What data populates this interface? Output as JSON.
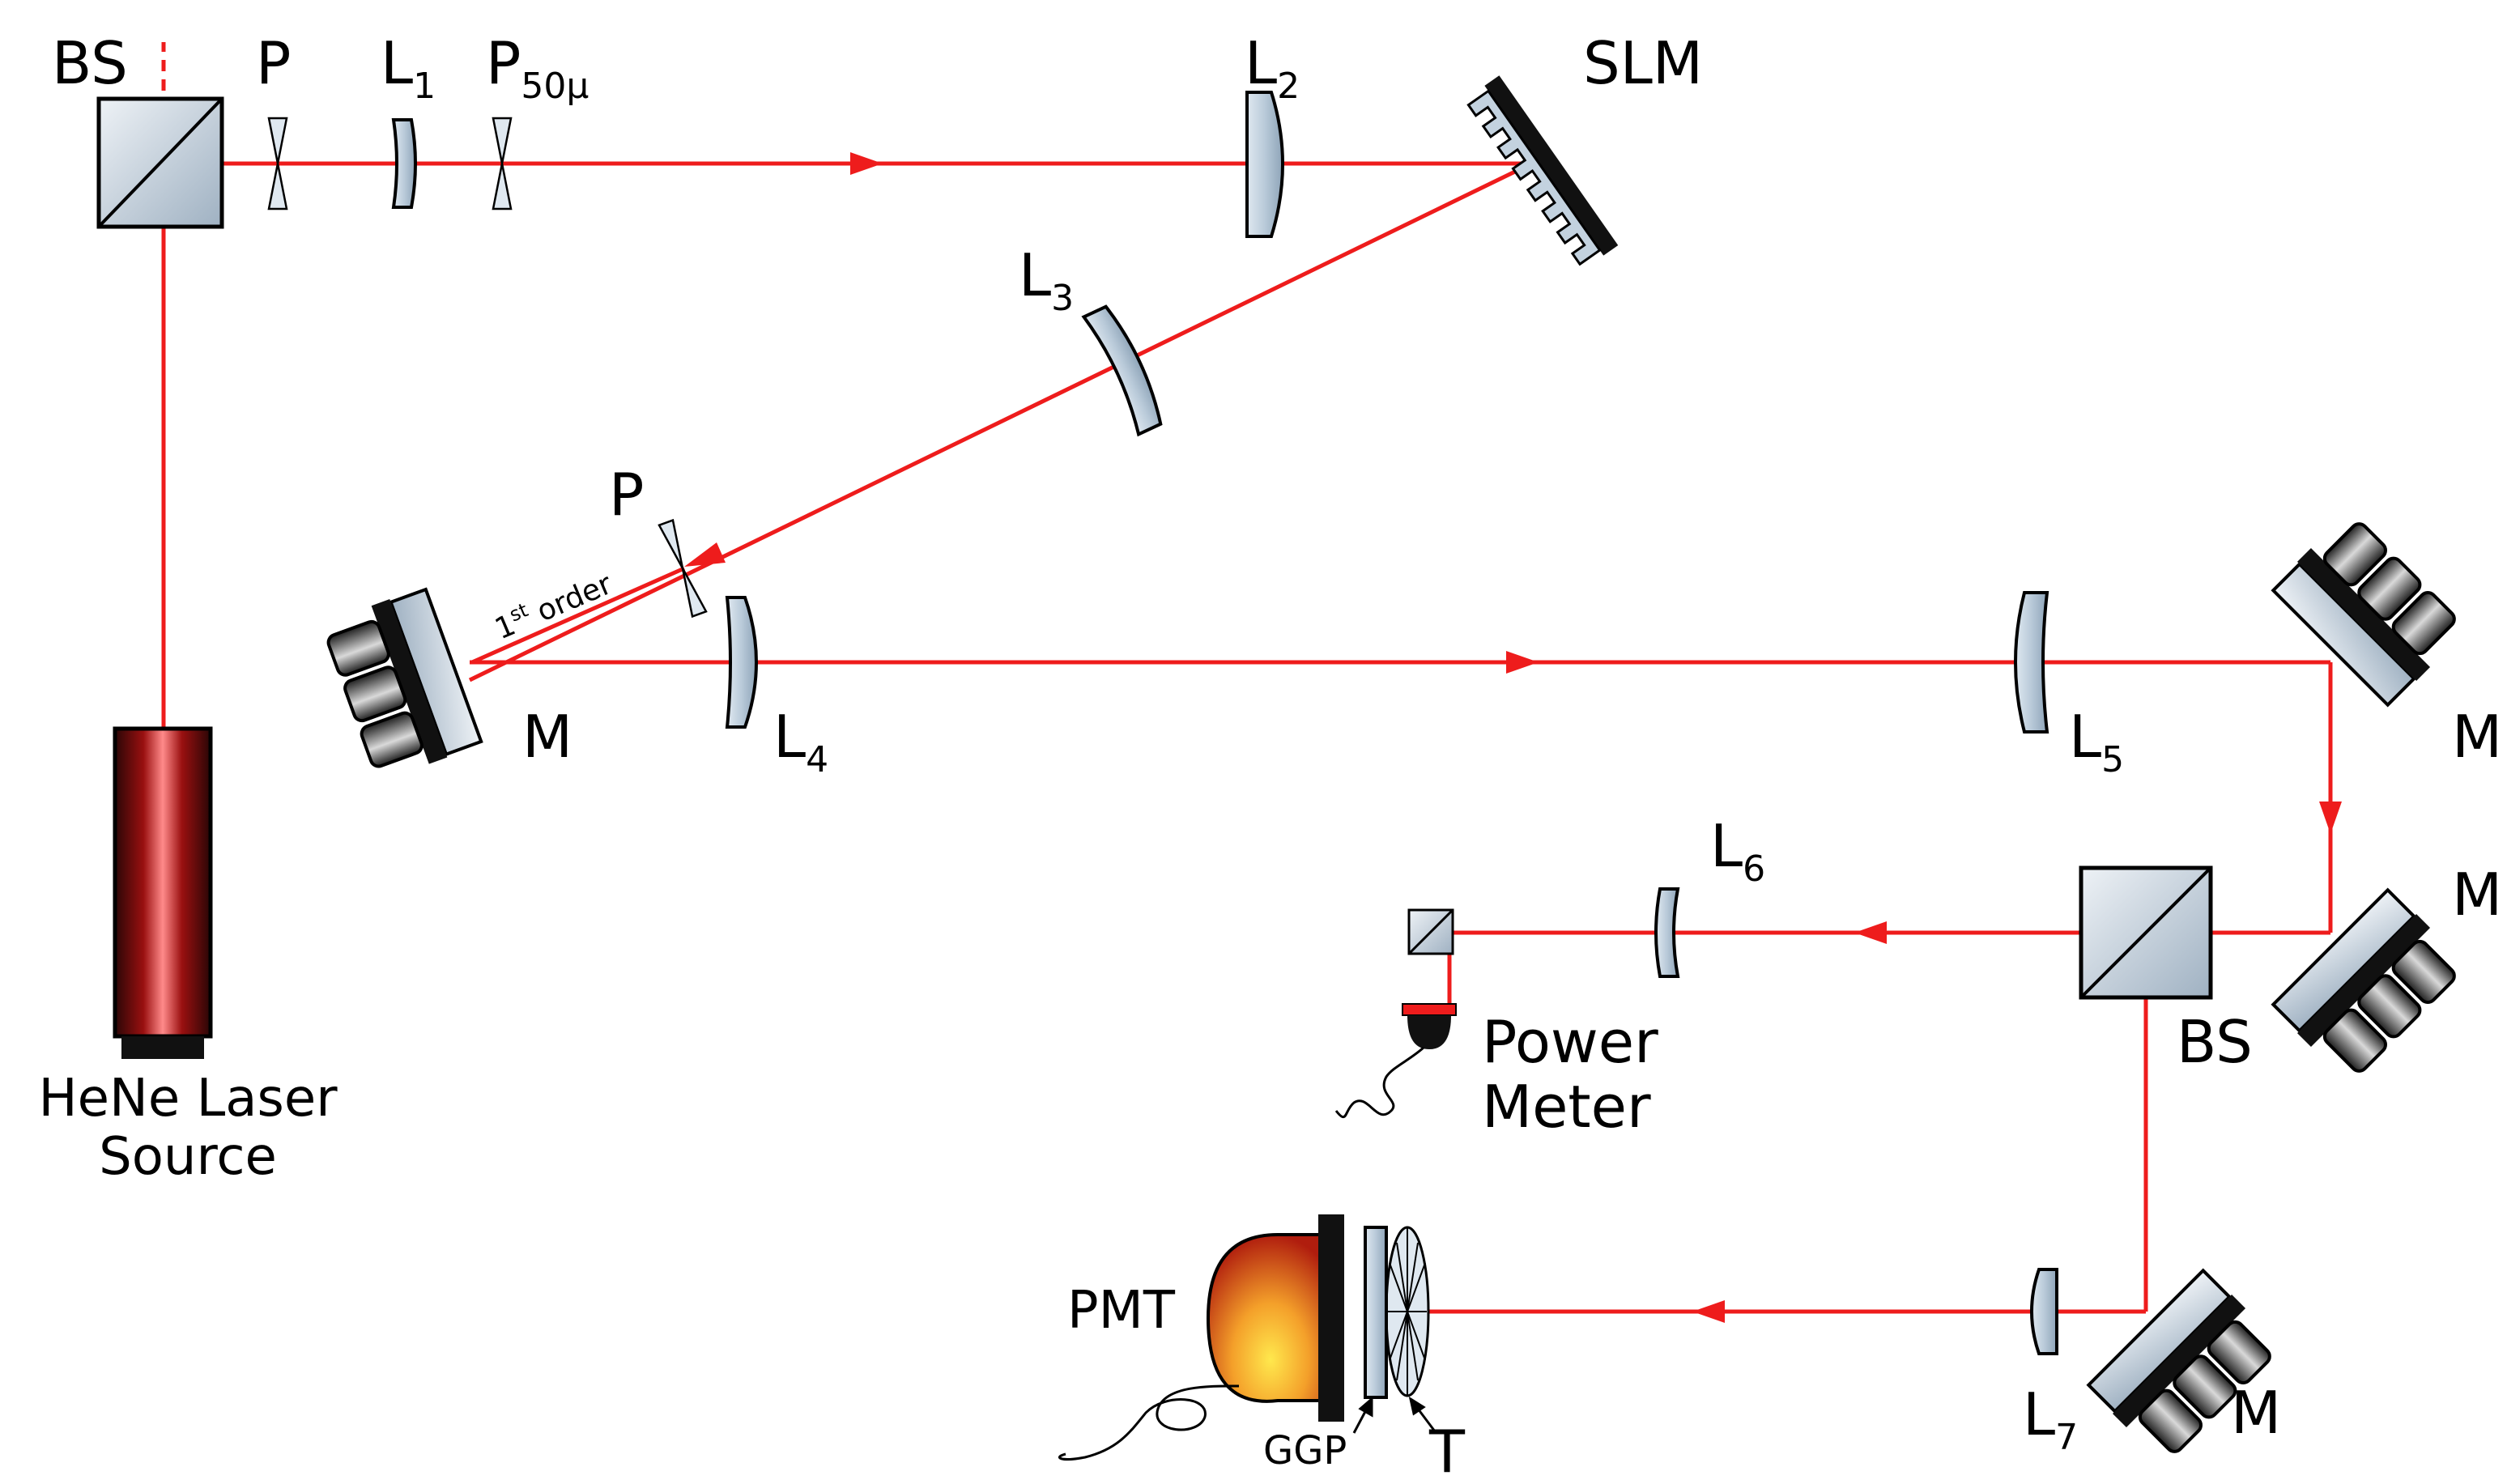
{
  "labels": {
    "bs_top": "BS",
    "p_top": "P",
    "l1": "L",
    "l1_sub": "1",
    "p50": "P",
    "p50_sub": "50μ",
    "l2": "L",
    "l2_sub": "2",
    "slm": "SLM",
    "l3": "L",
    "l3_sub": "3",
    "p_mid": "P",
    "first_order_num": "1",
    "first_order_sup": "st",
    "first_order_word": " order",
    "m_left": "M",
    "l4": "L",
    "l4_sub": "4",
    "l5": "L",
    "l5_sub": "5",
    "m_right_top": "M",
    "m_right_mid": "M",
    "l6": "L",
    "l6_sub": "6",
    "power_meter_line1": "Power",
    "power_meter_line2": "Meter",
    "bs_right": "BS",
    "hene_line1": "HeNe Laser",
    "hene_line2": "Source",
    "pmt": "PMT",
    "ggp": "GGP",
    "t": "T",
    "l7": "L",
    "l7_sub": "7",
    "m_bottom": "M"
  },
  "colors": {
    "beam": "#ee1c1c",
    "optic_fill": "#c3d2df",
    "mount_dark": "#1a1a1a",
    "pmt_outer": "#b3200e",
    "pmt_inner": "#ffe24a"
  }
}
